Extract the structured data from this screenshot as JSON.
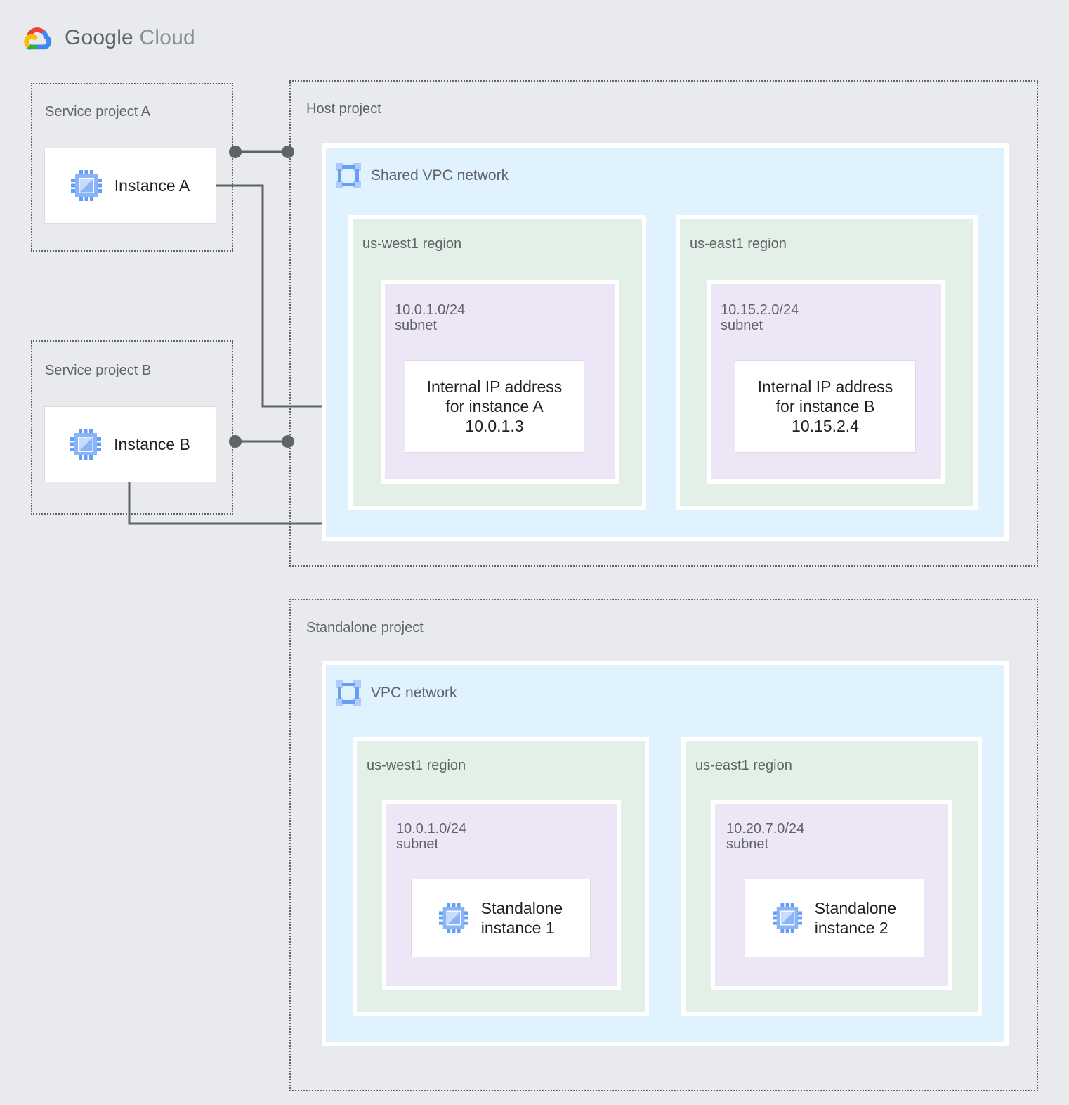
{
  "brand": {
    "logo_icon": "google-cloud-logo",
    "name_bold": "Google",
    "name_light": "Cloud"
  },
  "diagram": {
    "title": "Shared VPC network and standalone project topology",
    "colors": {
      "page_background": "#e8eaed",
      "vpc_network": "#e0f2fd",
      "region": "#e3f0e8",
      "subnet": "#ece6f6",
      "card": "#ffffff",
      "border_dashed": "#5f6368",
      "connector": "#5f6368",
      "label_text": "#5f6368",
      "card_text": "#202124",
      "icon_blue_light": "#aecbfa",
      "icon_blue_dark": "#669df6"
    },
    "service_project_a": {
      "label": "Service project A",
      "instance": {
        "label": "Instance A",
        "icon": "compute-engine-icon"
      }
    },
    "service_project_b": {
      "label": "Service project B",
      "instance": {
        "label": "Instance B",
        "icon": "compute-engine-icon"
      }
    },
    "host_project": {
      "label": "Host project",
      "network": {
        "label": "Shared VPC network",
        "icon": "vpc-network-icon"
      },
      "regions": [
        {
          "label": "us-west1 region",
          "subnet": {
            "label": "10.0.1.0/24\nsubnet",
            "cidr": "10.0.1.0/24",
            "card": {
              "label": "Internal IP address\nfor instance A\n10.0.1.3",
              "ip": "10.0.1.3"
            }
          }
        },
        {
          "label": "us-east1 region",
          "subnet": {
            "label": "10.15.2.0/24\nsubnet",
            "cidr": "10.15.2.0/24",
            "card": {
              "label": "Internal IP address\nfor instance B\n10.15.2.4",
              "ip": "10.15.2.4"
            }
          }
        }
      ]
    },
    "standalone_project": {
      "label": "Standalone project",
      "network": {
        "label": "VPC network",
        "icon": "vpc-network-icon"
      },
      "regions": [
        {
          "label": "us-west1 region",
          "subnet": {
            "label": "10.0.1.0/24\nsubnet",
            "cidr": "10.0.1.0/24",
            "instance": {
              "label": "Standalone\ninstance 1",
              "icon": "compute-engine-icon"
            }
          }
        },
        {
          "label": "us-east1 region",
          "subnet": {
            "label": "10.20.7.0/24\nsubnet",
            "cidr": "10.20.7.0/24",
            "instance": {
              "label": "Standalone\ninstance 2",
              "icon": "compute-engine-icon"
            }
          }
        }
      ]
    }
  }
}
